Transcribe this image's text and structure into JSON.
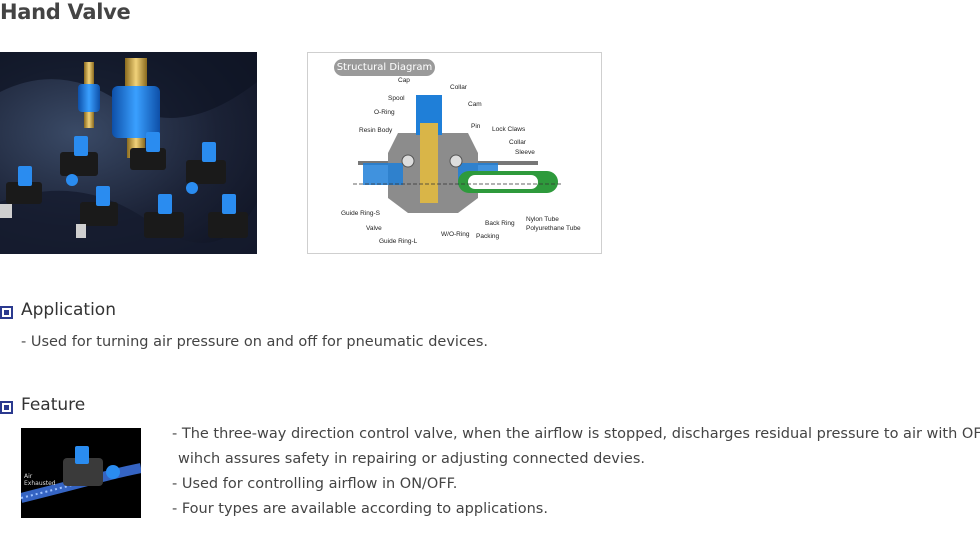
{
  "page": {
    "title": "Hand Valve"
  },
  "diagram": {
    "badge": "Structural Diagram",
    "labels": {
      "cap": "Cap",
      "collar_top": "Collar",
      "spool": "Spool",
      "cam": "Cam",
      "o_ring": "O-Ring",
      "pin": "Pin",
      "resin_body": "Resin Body",
      "lock_claws": "Lock Claws",
      "collar": "Collar",
      "sleeve": "Sleeve",
      "guide_ring_s": "Guide Ring-S",
      "valve": "Valve",
      "guide_ring_l": "Guide Ring-L",
      "wo_ring": "W/O-Ring",
      "packing": "Packing",
      "back_ring": "Back Ring",
      "nylon_tube": "Nylon Tube",
      "polyurethane_tube": "Polyurethane Tube"
    }
  },
  "application": {
    "heading": "Application",
    "text": "- Used for turning air pressure on and off for pneumatic devices."
  },
  "feature": {
    "heading": "Feature",
    "photo_caption": "Air Exhausted",
    "bullets": [
      "- The three-way direction control valve, when the airflow is stopped, discharges residual pressure to air with OFF,",
      "wihch assures safety in repairing or adjusting connected devies.",
      "- Used for controlling airflow in ON/OFF.",
      "- Four types are available according to applications."
    ]
  },
  "colors": {
    "accent_square": "#2b3a8f",
    "valve_blue": "#1f7fd8",
    "tube_green": "#2e9a3c",
    "brass": "#d9b548"
  }
}
